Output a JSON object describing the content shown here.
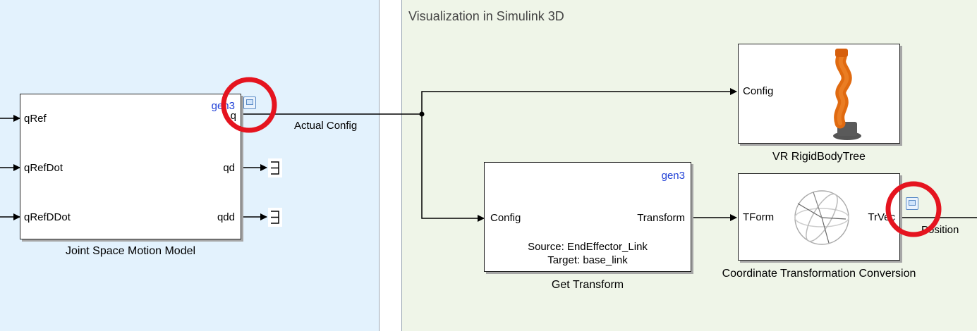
{
  "areas": {
    "left": {},
    "right": {
      "title": "Visualization in Simulink 3D"
    }
  },
  "blocks": {
    "joint_space": {
      "name": "Joint Space Motion Model",
      "tag": "gen3",
      "inputs": [
        "qRef",
        "qRefDot",
        "qRefDDot"
      ],
      "outputs": [
        "q",
        "qd",
        "qdd"
      ]
    },
    "vr_tree": {
      "name": "VR RigidBodyTree",
      "input": "Config"
    },
    "get_transform": {
      "name": "Get Transform",
      "tag": "gen3",
      "input": "Config",
      "output": "Transform",
      "source": "Source: EndEffector_Link",
      "target": "Target: base_link"
    },
    "coord_conv": {
      "name": "Coordinate Transformation Conversion",
      "input": "TForm",
      "output": "TrVec"
    }
  },
  "signals": {
    "actual_config": "Actual Config",
    "position": "Position"
  },
  "highlight_color": "#e5141f"
}
